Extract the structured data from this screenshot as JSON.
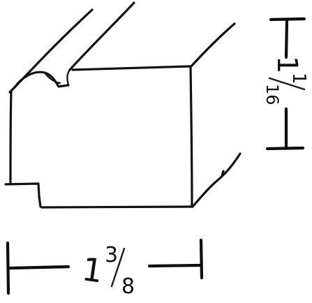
{
  "dimensions": {
    "width_label": "1 3/8",
    "width_whole": "1",
    "width_numerator": "3",
    "width_denominator": "8",
    "height_label": "1 1/16",
    "height_whole": "1",
    "height_numerator": "1",
    "height_denominator": "16"
  },
  "colors": {
    "ink": "#111111",
    "paper": "#ffffff"
  }
}
